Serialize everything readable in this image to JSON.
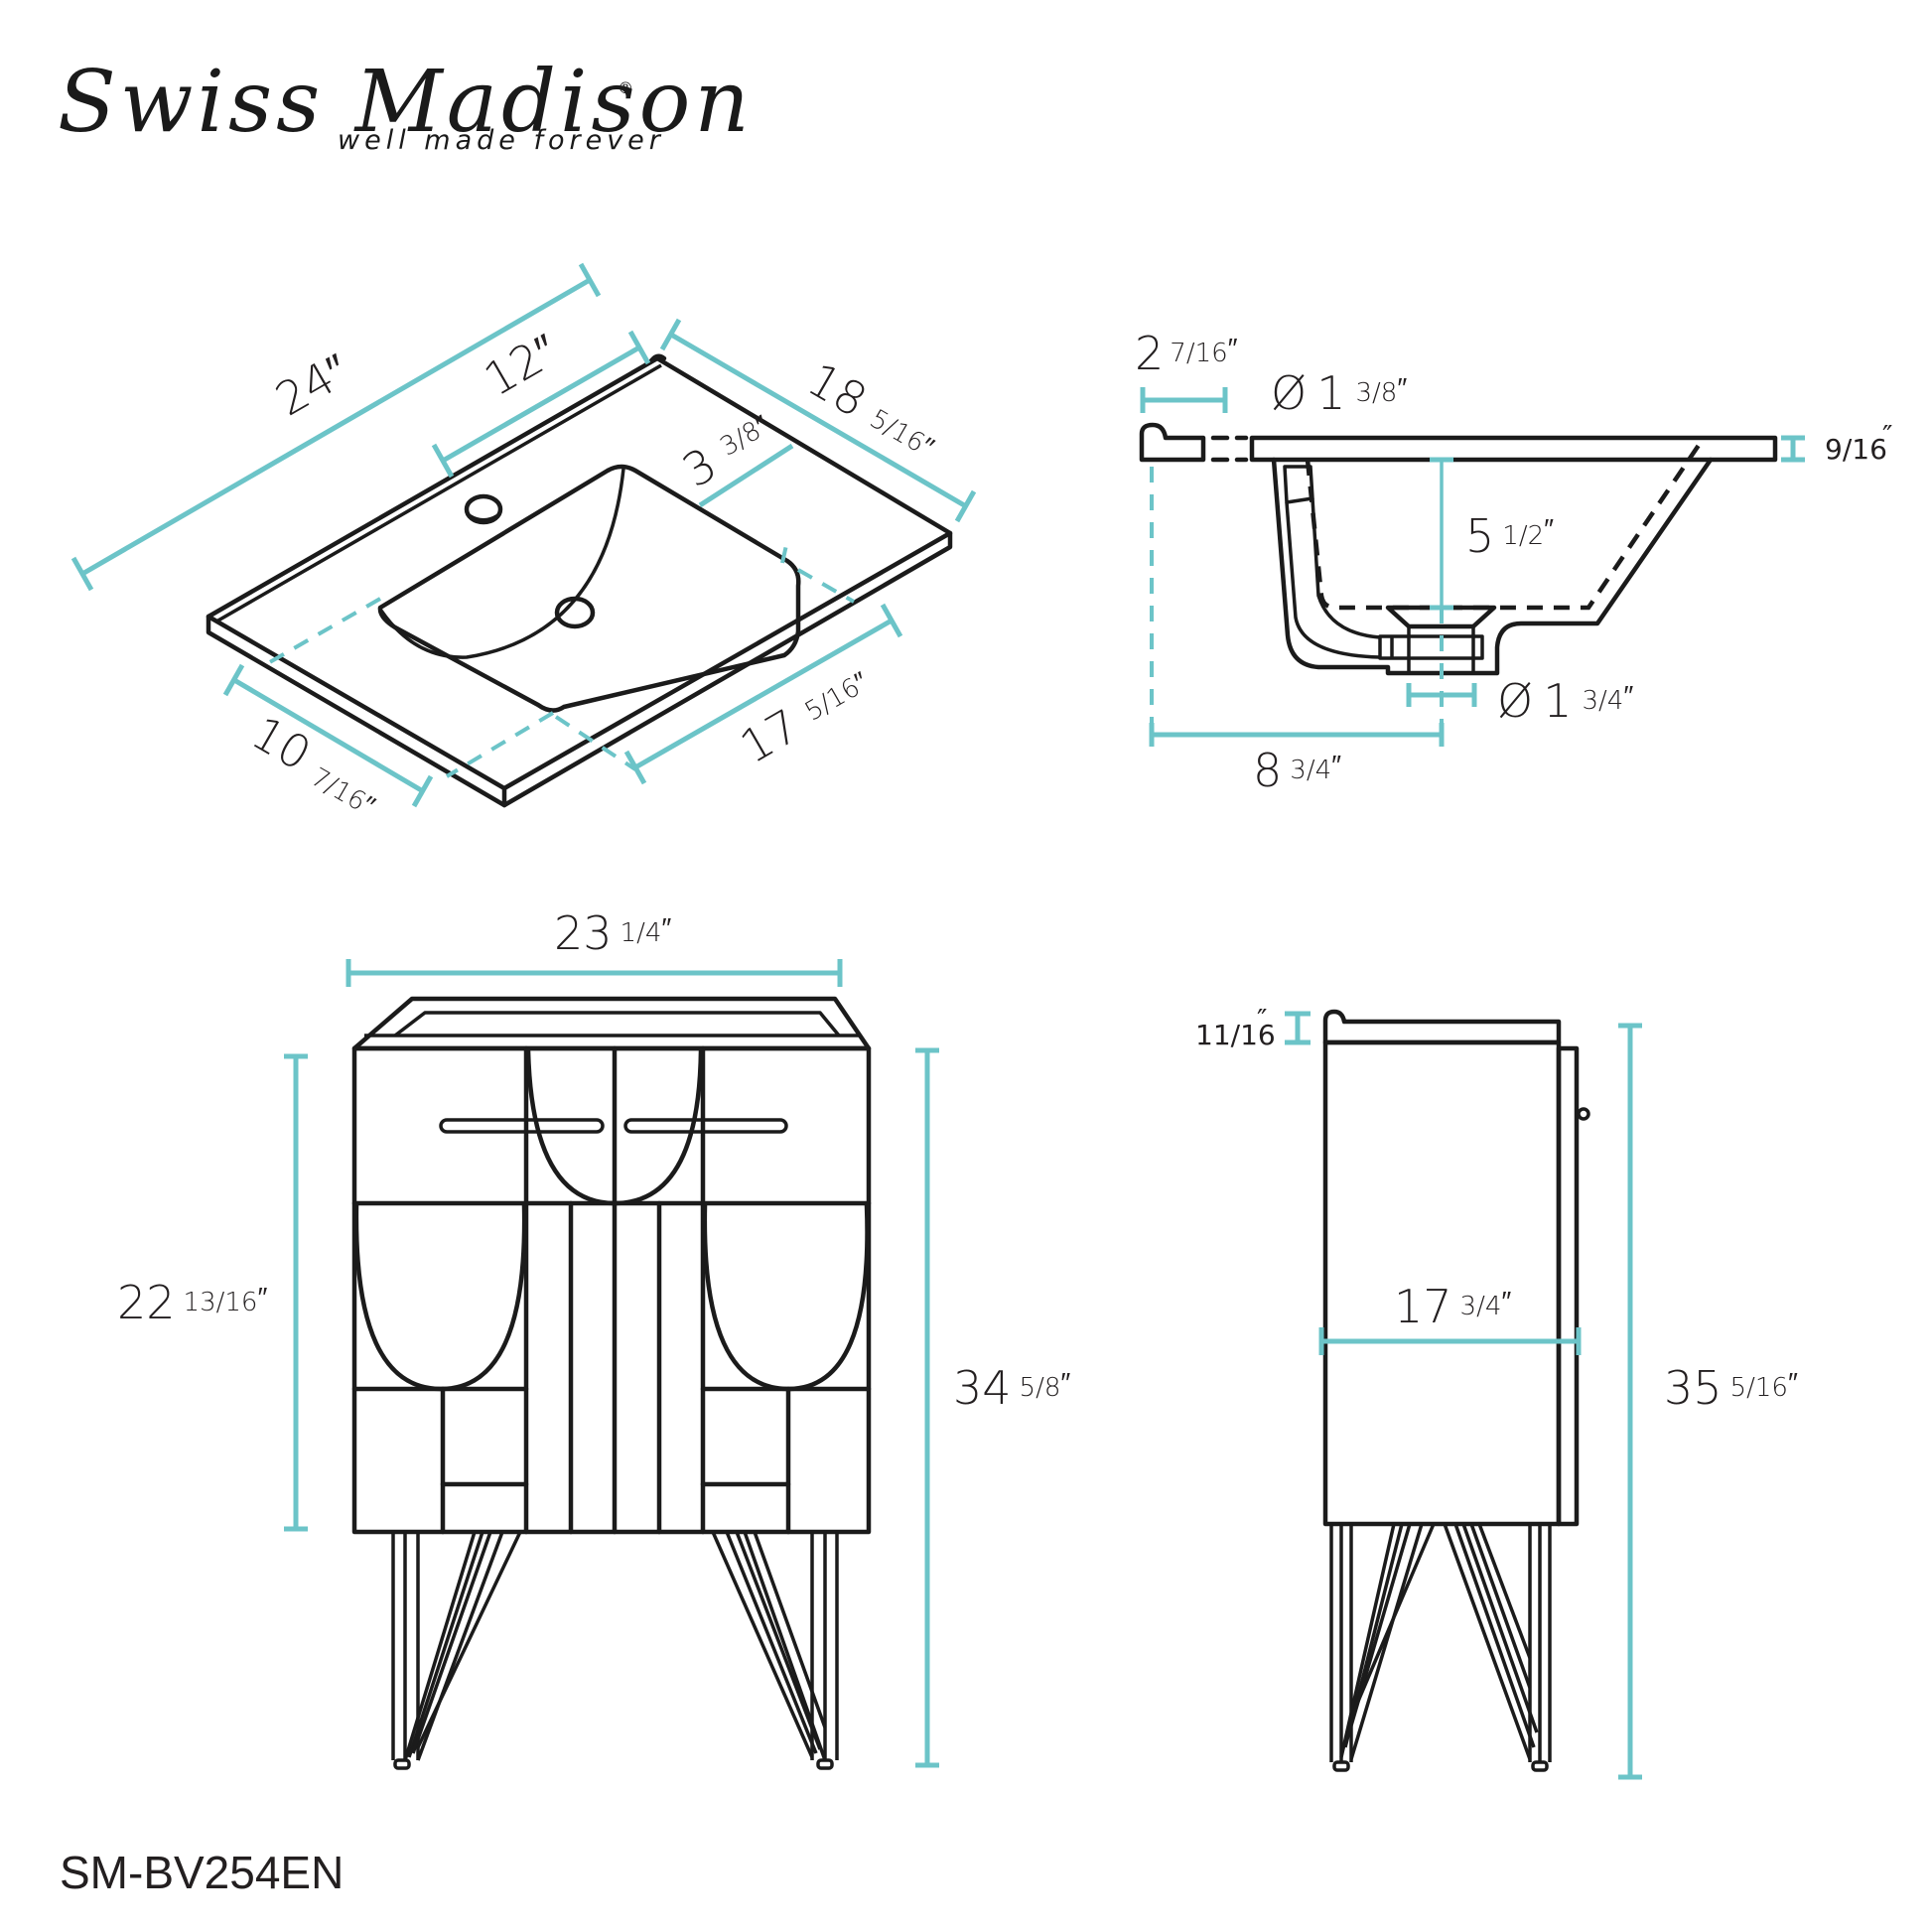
{
  "brand": {
    "name": "Swiss Madison",
    "registered_mark": "®",
    "tagline": "well made forever"
  },
  "model_number": "SM-BV254EN",
  "colors": {
    "dimension_line": "#6cc4c8",
    "drawing_line": "#1b1b1b",
    "text": "#231f20",
    "background": "#ffffff"
  },
  "views": {
    "countertop_top_view": {
      "dimensions": {
        "overall_width": {
          "whole": "24",
          "frac": "",
          "unit": "″"
        },
        "faucet_center": {
          "whole": "12",
          "frac": "",
          "unit": "″"
        },
        "overall_depth": {
          "whole": "18",
          "frac": "5/16",
          "unit": "″"
        },
        "bowl_back_offset": {
          "whole": "3",
          "frac": "3/8",
          "unit": "″"
        },
        "bowl_side_offset": {
          "whole": "10",
          "frac": "7/16",
          "unit": "″"
        },
        "bowl_length": {
          "whole": "17",
          "frac": "5/16",
          "unit": "″"
        }
      }
    },
    "sink_section_view": {
      "dimensions": {
        "backsplash_depth": {
          "whole": "2",
          "frac": "7/16",
          "unit": "″"
        },
        "faucet_hole_diameter": {
          "prefix": "Ø",
          "whole": "1",
          "frac": "3/8",
          "unit": "″"
        },
        "deck_thickness": {
          "whole": "",
          "frac": "9/16",
          "unit": "″"
        },
        "bowl_depth": {
          "whole": "5",
          "frac": "1/2",
          "unit": "″"
        },
        "drain_diameter": {
          "prefix": "Ø",
          "whole": "1",
          "frac": "3/4",
          "unit": "″"
        },
        "drain_offset": {
          "whole": "8",
          "frac": "3/4",
          "unit": "″"
        }
      }
    },
    "front_view": {
      "dimensions": {
        "cabinet_width": {
          "whole": "23",
          "frac": "1/4",
          "unit": "″"
        },
        "cabinet_height": {
          "whole": "22",
          "frac": "13/16",
          "unit": "″"
        },
        "overall_height": {
          "whole": "34",
          "frac": "5/8",
          "unit": "″"
        }
      }
    },
    "side_view": {
      "dimensions": {
        "backsplash_height": {
          "whole": "",
          "frac": "11/16",
          "unit": "″"
        },
        "cabinet_depth": {
          "whole": "17",
          "frac": "3/4",
          "unit": "″"
        },
        "overall_height": {
          "whole": "35",
          "frac": "5/16",
          "unit": "″"
        }
      }
    }
  }
}
